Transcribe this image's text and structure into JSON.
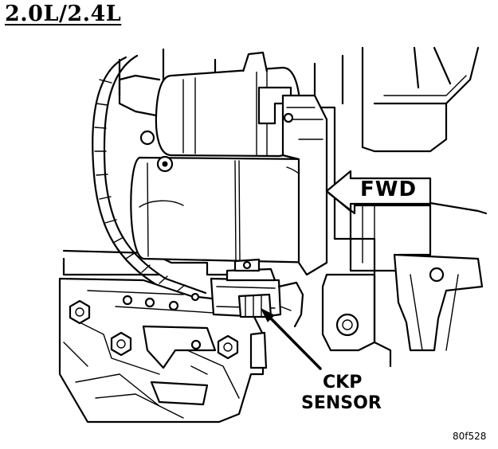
{
  "title": "2.0L/2.4L",
  "labels": {
    "fwd": "FWD",
    "ckp_line1": "CKP",
    "ckp_line2": "SENSOR"
  },
  "figure_id": "80f528"
}
